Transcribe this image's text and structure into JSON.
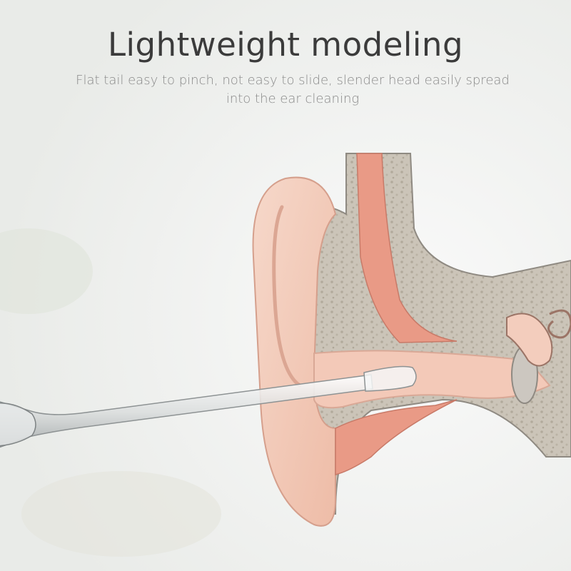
{
  "headline": "Lightweight modeling",
  "subtitle": "Flat tail easy to pinch, not easy to slide, slender head easily spread into the ear cleaning",
  "colors": {
    "background": "#f1f2f0",
    "skin": "#f2cdbd",
    "bone": "#c9c2b5",
    "canal_muscle": "#e99a86",
    "title_text": "#3b3b3b",
    "subtitle_text": "#8a8a8a"
  },
  "illustration": {
    "subject": "ear-cross-section",
    "tool": "ear-pick"
  }
}
